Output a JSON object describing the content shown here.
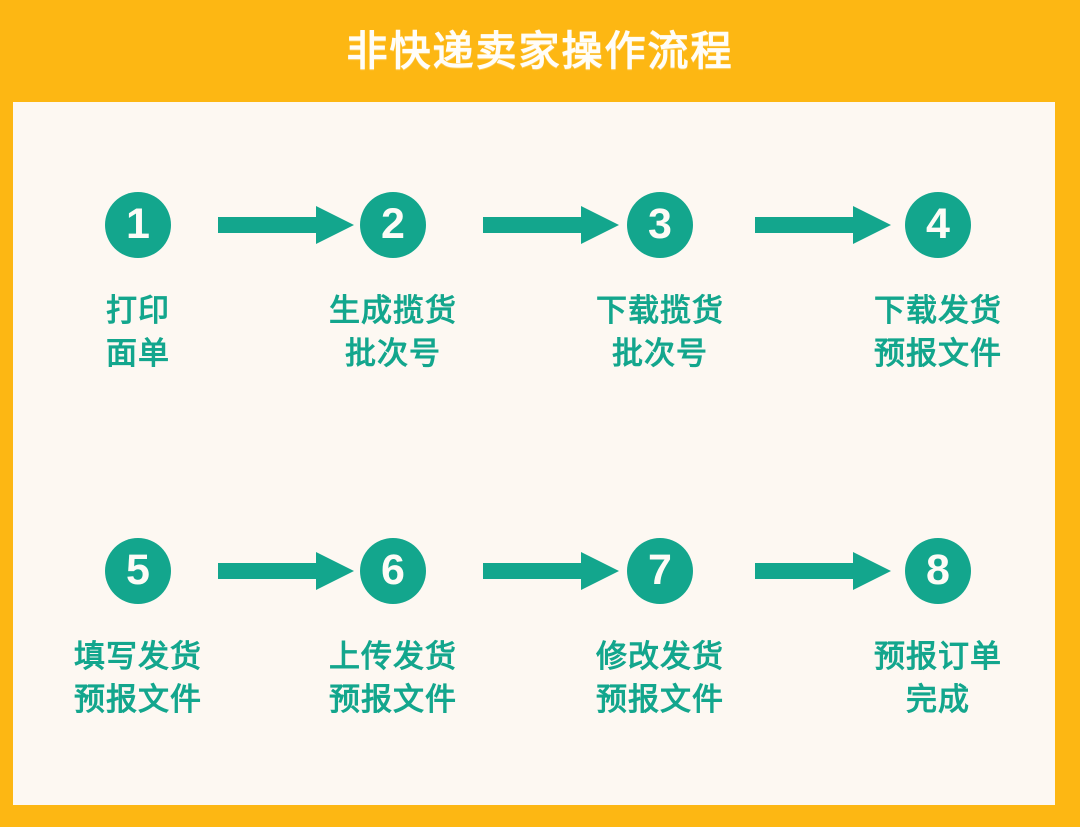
{
  "colors": {
    "frame": "#fdb713",
    "panel": "#fdf8f2",
    "accent": "#13a68d",
    "title_text": "#fffdf8"
  },
  "header": {
    "title": "非快递卖家操作流程"
  },
  "flow": {
    "arrow_icon": "arrow-right-icon",
    "rows": [
      {
        "steps": [
          {
            "number": "1",
            "label": "打印\n面单"
          },
          {
            "number": "2",
            "label": "生成揽货\n批次号"
          },
          {
            "number": "3",
            "label": "下载揽货\n批次号"
          },
          {
            "number": "4",
            "label": "下载发货\n预报文件"
          }
        ]
      },
      {
        "steps": [
          {
            "number": "5",
            "label": "填写发货\n预报文件"
          },
          {
            "number": "6",
            "label": "上传发货\n预报文件"
          },
          {
            "number": "7",
            "label": "修改发货\n预报文件"
          },
          {
            "number": "8",
            "label": "预报订单\n完成"
          }
        ]
      }
    ]
  }
}
